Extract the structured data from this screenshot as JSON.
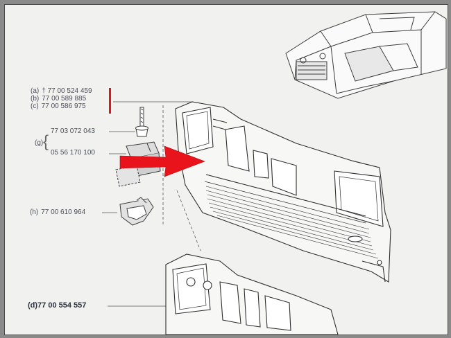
{
  "parts": {
    "a": {
      "tag": "(a)",
      "number": "† 77 00 524 459"
    },
    "b": {
      "tag": "(b)",
      "number": "77 00 589 885"
    },
    "c": {
      "tag": "(c)",
      "number": "77 00 586 975"
    },
    "g_top": {
      "number": "77 03 072 043"
    },
    "g_tag": "(g)",
    "g_bottom": {
      "number": "05 56 170 100"
    },
    "h": {
      "tag": "(h)",
      "number": "77 00 610 964"
    },
    "d": {
      "tag": "(d)",
      "number": "77 00 554 557"
    }
  },
  "colors": {
    "highlight_bar": "#e0141b",
    "arrow": "#e8131b",
    "line_art": "#3a3a3a",
    "paper": "#f1f1ef"
  },
  "icons": [
    "car-body-illustration",
    "front-panel-illustration",
    "rivet-icon",
    "clip-icon",
    "bracket-clip-icon",
    "red-arrow-icon"
  ]
}
